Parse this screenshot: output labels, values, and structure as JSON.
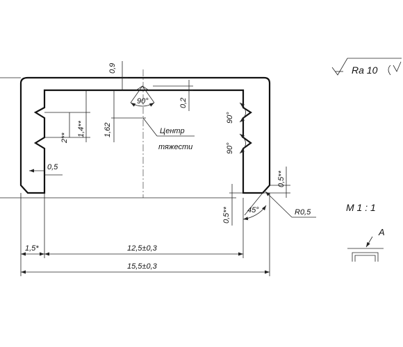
{
  "roughness": {
    "label": "Ra 10",
    "extra": "( )"
  },
  "scale": "М 1 : 1",
  "view": {
    "label": "А"
  },
  "center_of_gravity": {
    "line1": "Центр",
    "line2": "тяжести"
  },
  "dimensions": {
    "top_thickness": "0,9",
    "inner_step": "0,2",
    "centroid_height": "1,62",
    "groove_depth": "1,4**",
    "groove_width": "2**",
    "lip": "0,5",
    "right_step": "0,5**",
    "bottom_step": "0,5**",
    "radius": "R0,5",
    "lip_width": "1,5*",
    "inner_width": "12,5±0,3",
    "outer_width": "15,5±0,3"
  },
  "angles": {
    "top_notch": "90°",
    "right_upper": "90°",
    "right_lower": "90°",
    "chamfer": "45°"
  }
}
